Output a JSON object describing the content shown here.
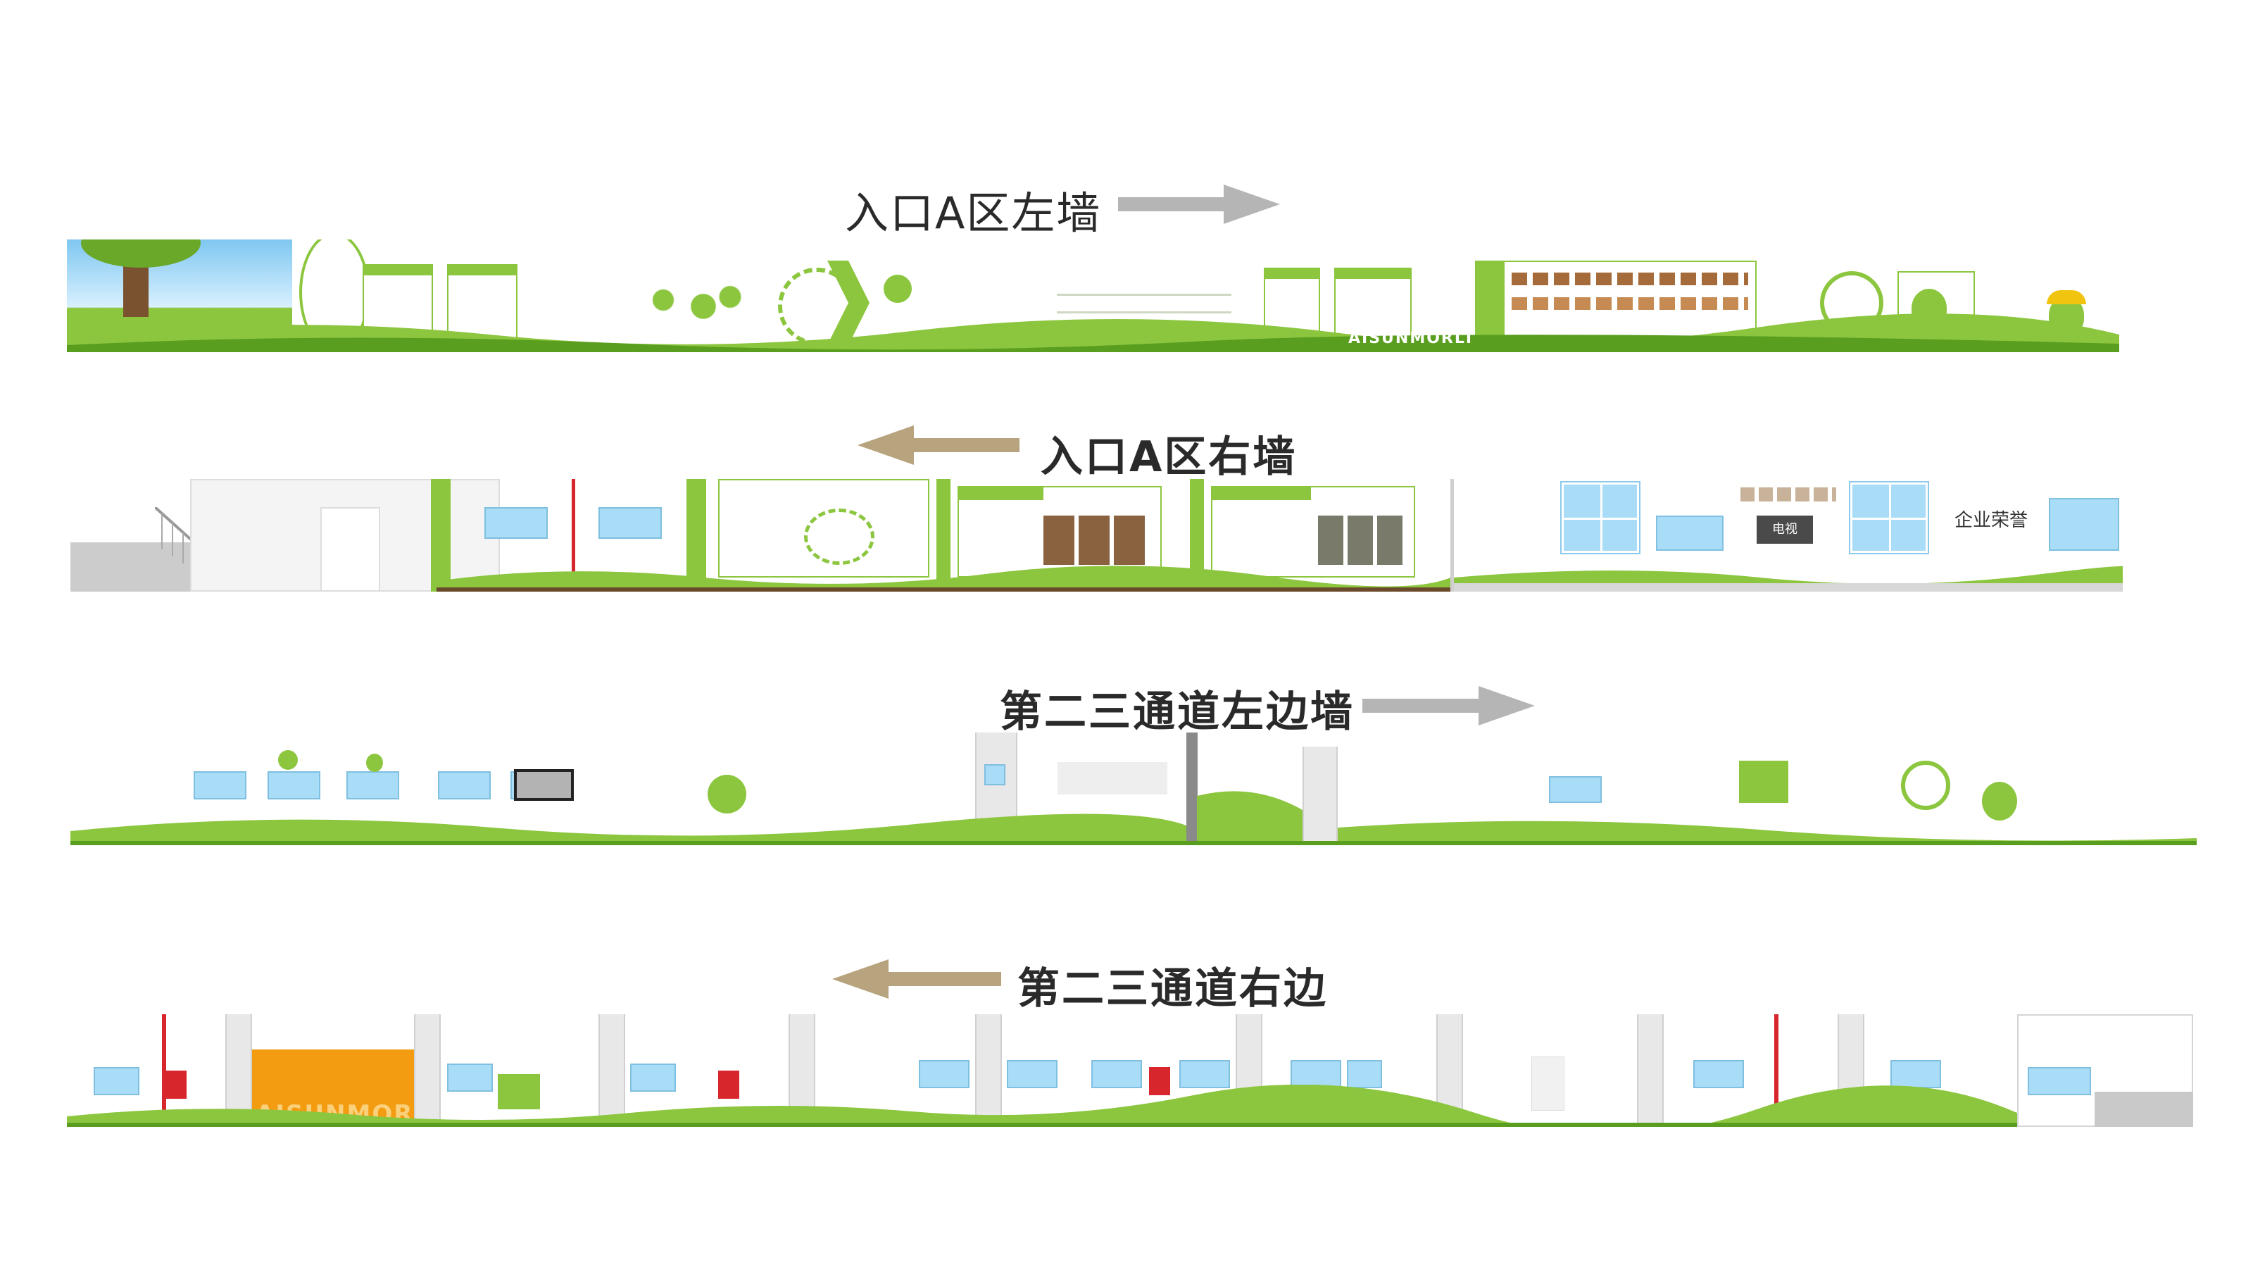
{
  "sections": [
    {
      "id": "a-left",
      "title": "入口A区左墙",
      "arrow": "right"
    },
    {
      "id": "a-right",
      "title": "入口A区右墙",
      "arrow": "left"
    },
    {
      "id": "ch-left",
      "title": "第二三通道左边墙",
      "arrow": "right"
    },
    {
      "id": "ch-right",
      "title": "第二三通道右边",
      "arrow": "left"
    }
  ],
  "labels": {
    "brand": "AISUNMORLI",
    "honor": "企业荣誉",
    "tv": "电视"
  },
  "colors": {
    "brand_green": "#8cc63f",
    "dark_green": "#5a9e1f",
    "arrow_grey": "#b5b5b5",
    "arrow_tan": "#b7a37e",
    "screen_blue": "#a9dcf7",
    "accent_red": "#d7262c",
    "accent_orange": "#f39c12"
  }
}
